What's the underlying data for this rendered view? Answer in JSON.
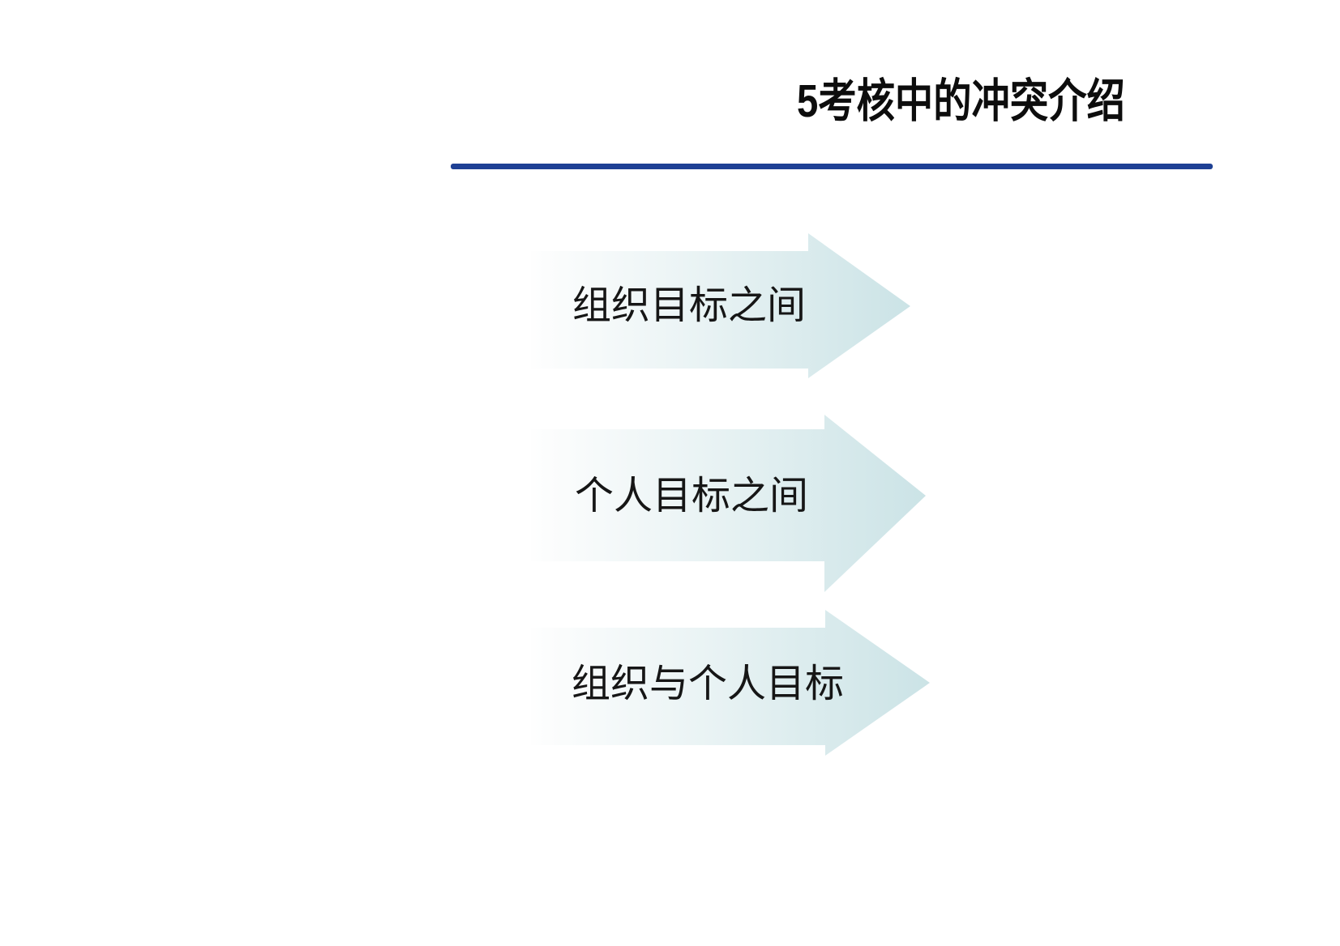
{
  "slide": {
    "background_color": "#ffffff",
    "title": "5考核中的冲突介绍",
    "title_color": "#0d0d0d",
    "divider_color": "#1e4094",
    "label_color": "#161616"
  },
  "arrows": {
    "direction": "right",
    "gradient_start": "#fefefe",
    "gradient_mid": "#e9f3f4",
    "gradient_end": "#cbe3e6",
    "items": [
      {
        "label": "组织目标之间"
      },
      {
        "label": "个人目标之间"
      },
      {
        "label": "组织与个人目标"
      }
    ]
  }
}
